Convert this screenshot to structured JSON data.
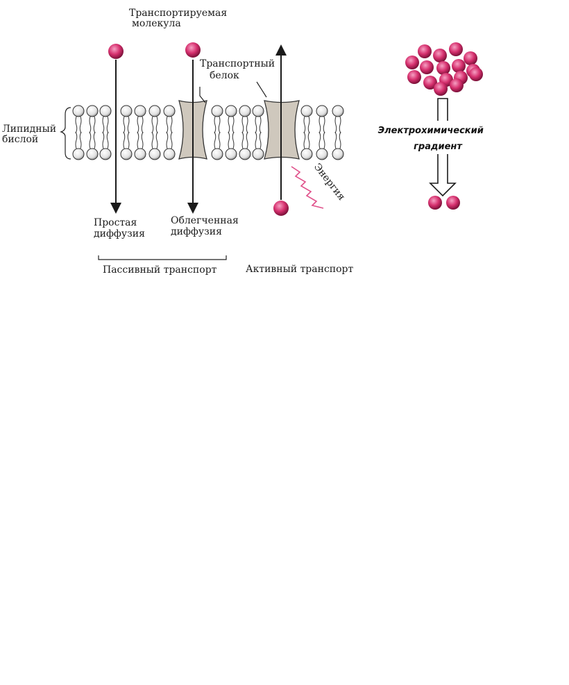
{
  "labels": {
    "transported_molecule": [
      "Транспортируемая",
      "молекула"
    ],
    "transport_protein": [
      "Транспортный",
      "белок"
    ],
    "lipid_bilayer": [
      "Липидный",
      "бислой"
    ],
    "energy": "Энергия",
    "simple_diffusion": [
      "Простая",
      "диффузия"
    ],
    "facilitated_diffusion": [
      "Облегченная",
      "диффузия"
    ],
    "passive_transport": "Пассивный транспорт",
    "active_transport": "Активный транспорт",
    "electrochemical_gradient": [
      "Электрохимический",
      "градиент"
    ]
  },
  "colors": {
    "molecule": "#d6306e",
    "molecule_dark": "#7a1038",
    "protein": "#cfc8bd",
    "energy_wave": "#e0508a",
    "lipid_head": "#f2f2f2"
  }
}
